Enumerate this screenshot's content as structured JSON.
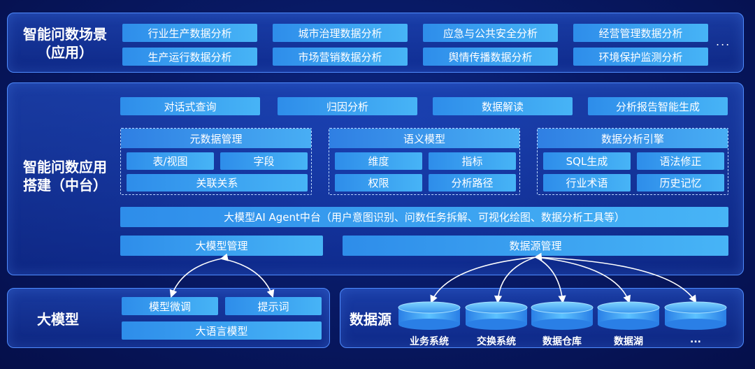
{
  "application_layer": {
    "title": "智能问数场景（应用）",
    "title_line1": "智能问数场景",
    "title_line2": "（应用）",
    "items": [
      "行业生产数据分析",
      "城市治理数据分析",
      "应急与公共安全分析",
      "经营管理数据分析",
      "生产运行数据分析",
      "市场营销数据分析",
      "舆情传播数据分析",
      "环境保护监测分析"
    ],
    "more": "..."
  },
  "platform_layer": {
    "title_line1": "智能问数应用",
    "title_line2": "搭建（中台）",
    "top_functions": [
      "对话式查询",
      "归因分析",
      "数据解读",
      "分析报告智能生成"
    ],
    "groups": [
      {
        "title": "元数据管理",
        "items": [
          "表/视图",
          "字段",
          "关联关系"
        ]
      },
      {
        "title": "语义模型",
        "items": [
          "维度",
          "指标",
          "权限",
          "分析路径"
        ]
      },
      {
        "title": "数据分析引擎",
        "items": [
          "SQL生成",
          "语法修正",
          "行业术语",
          "历史记忆"
        ]
      }
    ],
    "agent_bar": "大模型AI Agent中台（用户意图识别、问数任务拆解、可视化绘图、数据分析工具等）",
    "model_management": "大模型管理",
    "datasource_management": "数据源管理"
  },
  "model_layer": {
    "title": "大模型",
    "items": [
      "模型微调",
      "提示词",
      "大语言模型"
    ]
  },
  "datasource_layer": {
    "title": "数据源",
    "sources": [
      "业务系统",
      "交换系统",
      "数据仓库",
      "数据湖",
      "..."
    ]
  },
  "colors": {
    "background": "#081a66",
    "panel_border": "#4f8cff",
    "box_gradient_start": "#2e8dea",
    "box_gradient_end": "#47b4f6",
    "arrow": "#ffffff"
  }
}
